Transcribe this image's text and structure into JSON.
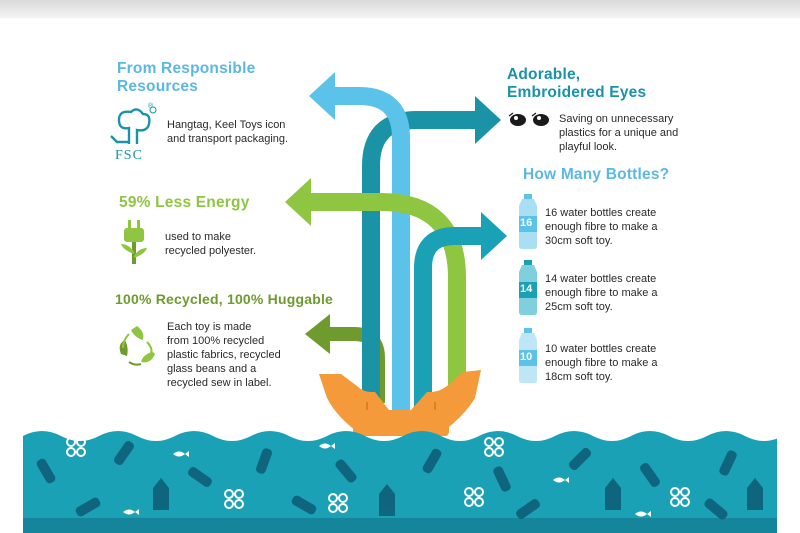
{
  "sections": {
    "responsible": {
      "title_line1": "From Responsible",
      "title_line2": "Resources",
      "body_line1": "Hangtag, Keel Toys icon",
      "body_line2": "and transport packaging.",
      "logo_text": "FSC",
      "logo_mark": "®",
      "color": "#5bb8e2"
    },
    "energy": {
      "title": "59% Less Energy",
      "body_line1": "used to make",
      "body_line2": "recycled polyester.",
      "color": "#8ec641"
    },
    "recycled": {
      "title": "100% Recycled, 100% Huggable",
      "body_lines": [
        "Each toy is made",
        "from 100% recycled",
        "plastic fabrics, recycled",
        "glass beans and a",
        "recycled sew in label."
      ],
      "color": "#6f9a2e"
    },
    "eyes": {
      "title_line1": "Adorable,",
      "title_line2": "Embroidered Eyes",
      "body_lines": [
        "Saving on unnecessary",
        "plastics for a unique and",
        "playful look."
      ],
      "color": "#1a93a6"
    },
    "bottles": {
      "title": "How Many Bottles?",
      "items": [
        {
          "count": "16",
          "lines": [
            "16 water bottles create",
            "enough fibre to make a",
            "30cm soft toy."
          ]
        },
        {
          "count": "14",
          "lines": [
            "14 water bottles create",
            "enough fibre to make a",
            "25cm soft toy."
          ]
        },
        {
          "count": "10",
          "lines": [
            "10 water bottles create",
            "enough fibre to make a",
            "18cm soft toy."
          ]
        }
      ],
      "color": "#5bb8e2"
    }
  },
  "colors": {
    "sea": "#1aa1b6",
    "sea_dark": "#14859a",
    "hands": "#f49a3b",
    "arrow_blue": "#5bc3ea",
    "arrow_teal": "#1a93a6",
    "arrow_green": "#8ec641",
    "arrow_olive": "#6f9a2e"
  }
}
